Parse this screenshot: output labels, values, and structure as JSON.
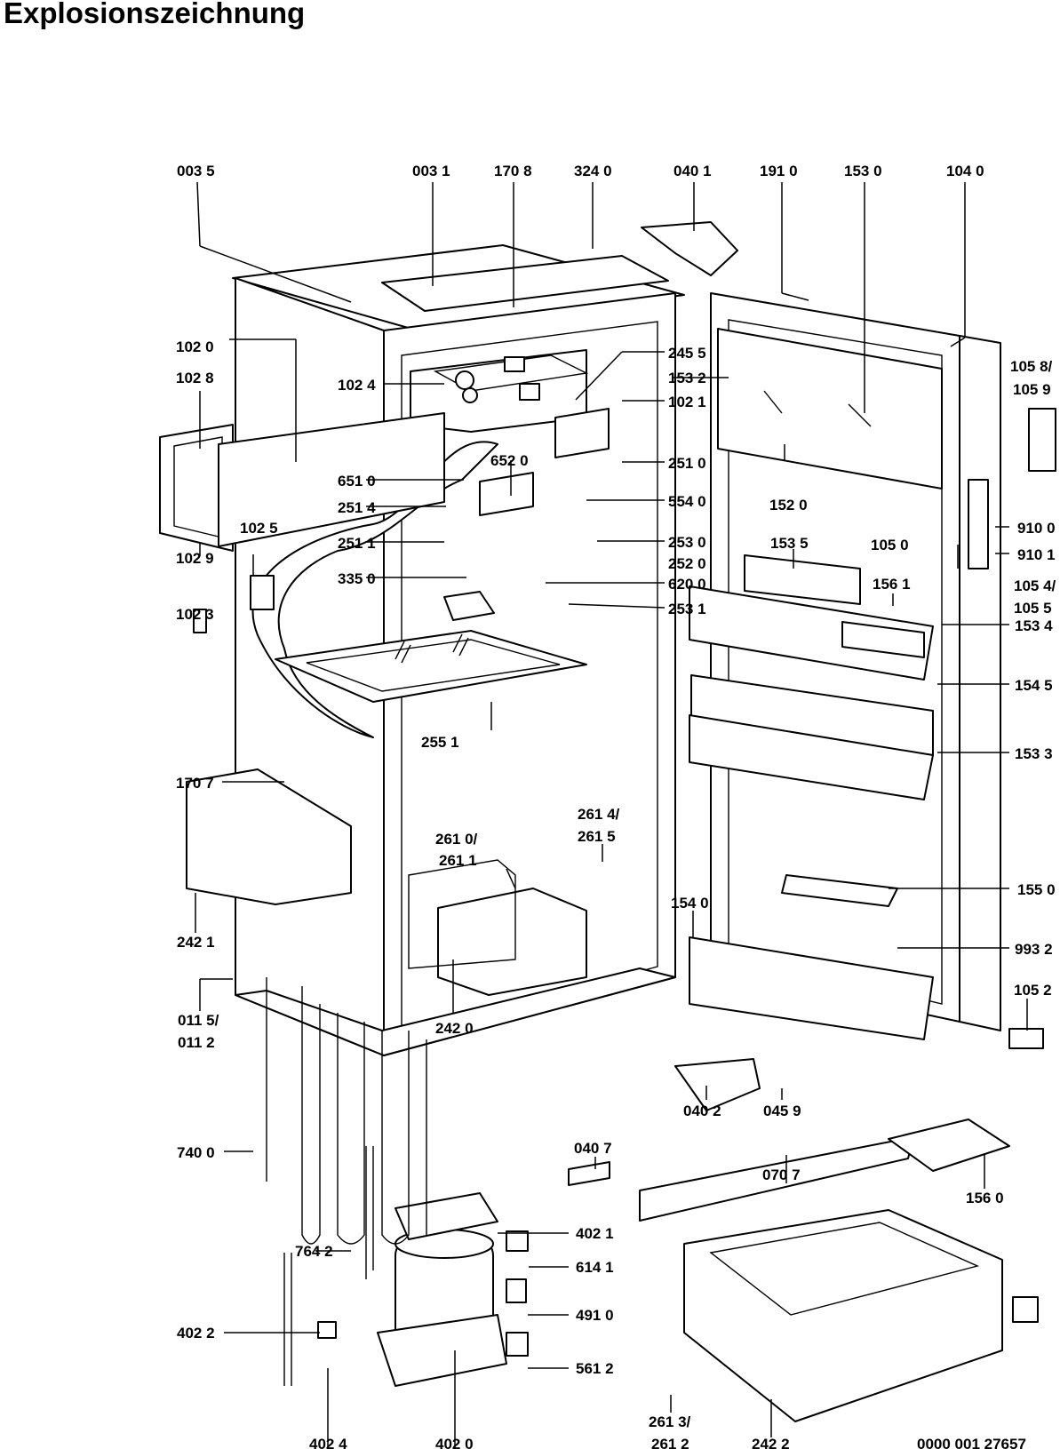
{
  "title": "Explosionszeichnung",
  "document_number": "0000 001 27657",
  "labels": {
    "l0035": "003 5",
    "l0031": "003 1",
    "l1708": "170 8",
    "l3240": "324 0",
    "l0401": "040 1",
    "l1910": "191 0",
    "l1530": "153 0",
    "l1040": "104 0",
    "l1020": "102 0",
    "l1028": "102 8",
    "l1024": "102 4",
    "l2455": "245 5",
    "l1532": "153 2",
    "l1021": "102 1",
    "l1058": "105 8/",
    "l1059": "105 9",
    "l6510": "651 0",
    "l6520": "652 0",
    "l2510": "251 0",
    "l2514": "251 4",
    "l5540": "554 0",
    "l1520": "152 0",
    "l1025": "102 5",
    "l9100": "910 0",
    "l2511": "251 1",
    "l2530": "253 0",
    "l1535": "153 5",
    "l1050": "105 0",
    "l9101": "910 1",
    "l1029": "102 9",
    "l2520": "252 0",
    "l3350": "335 0",
    "l6200": "620 0",
    "l1561": "156 1",
    "l1054": "105 4/",
    "l1055": "105 5",
    "l1023": "102 3",
    "l2531": "253 1",
    "l1534": "153 4",
    "l1545": "154 5",
    "l2551": "255 1",
    "l1707": "170 7",
    "l1533": "153 3",
    "l2614": "261 4/",
    "l2615": "261 5",
    "l2610": "261 0/",
    "l2611": "261 1",
    "l1550": "155 0",
    "l1540": "154 0",
    "l2421": "242 1",
    "l9932": "993 2",
    "l1052": "105 2",
    "l0115": "011 5/",
    "l0112": "011 2",
    "l2420": "242 0",
    "l0402": "040 2",
    "l0459": "045 9",
    "l0407": "040 7",
    "l7400": "740 0",
    "l0707": "070 7",
    "l1560": "156 0",
    "l7642": "764 2",
    "l4021": "402 1",
    "l6141": "614 1",
    "l4910": "491 0",
    "l4022": "402 2",
    "l5612": "561 2",
    "l2613": "261 3/",
    "l2612": "261 2",
    "l2422": "242 2",
    "l4024": "402 4",
    "l4020": "402 0"
  }
}
